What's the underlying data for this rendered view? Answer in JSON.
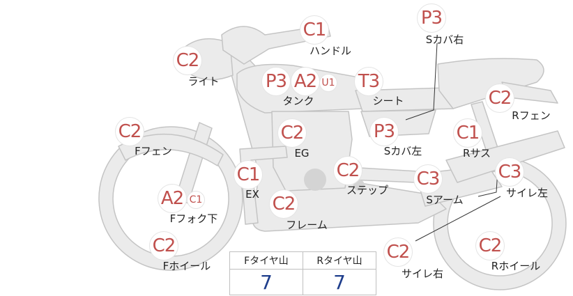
{
  "parts": [
    {
      "id": "handle",
      "grade": "C1",
      "label": "ハンドル"
    },
    {
      "id": "light",
      "grade": "C2",
      "label": "ライト"
    },
    {
      "id": "tank",
      "grade": "P3",
      "grade2": "A2",
      "sub": "U1",
      "label": "タンク"
    },
    {
      "id": "seat",
      "grade": "T3",
      "label": "シート"
    },
    {
      "id": "side-cover-right",
      "grade": "P3",
      "label": "Sカバ右"
    },
    {
      "id": "rear-fender",
      "grade": "C2",
      "label": "Rフェン"
    },
    {
      "id": "front-fender",
      "grade": "C2",
      "label": "Fフェン"
    },
    {
      "id": "engine",
      "grade": "C2",
      "label": "EG"
    },
    {
      "id": "side-cover-left",
      "grade": "P3",
      "label": "Sカバ左"
    },
    {
      "id": "rear-suspension",
      "grade": "C1",
      "label": "Rサス"
    },
    {
      "id": "exhaust",
      "grade": "C1",
      "label": "EX"
    },
    {
      "id": "step",
      "grade": "C2",
      "label": "ステップ"
    },
    {
      "id": "swing-arm",
      "grade": "C3",
      "label": "Sアーム"
    },
    {
      "id": "silencer-left",
      "grade": "C3",
      "label": "サイレ左"
    },
    {
      "id": "front-fork",
      "grade": "A2",
      "sub": "C1",
      "label": "Fフォク下"
    },
    {
      "id": "frame",
      "grade": "C2",
      "label": "フレーム"
    },
    {
      "id": "front-wheel",
      "grade": "C2",
      "label": "Fホイール"
    },
    {
      "id": "silencer-right",
      "grade": "C2",
      "label": "サイレ右"
    },
    {
      "id": "rear-wheel",
      "grade": "C2",
      "label": "Rホイール"
    }
  ],
  "tires": {
    "front_label": "Fタイヤ山",
    "rear_label": "Rタイヤ山",
    "front_value": "7",
    "rear_value": "7"
  },
  "colors": {
    "grade_text": "#c0504d",
    "tire_value": "#1f3e8c",
    "bike_fill": "#ebebeb",
    "bike_outline": "#c4c4c4"
  }
}
